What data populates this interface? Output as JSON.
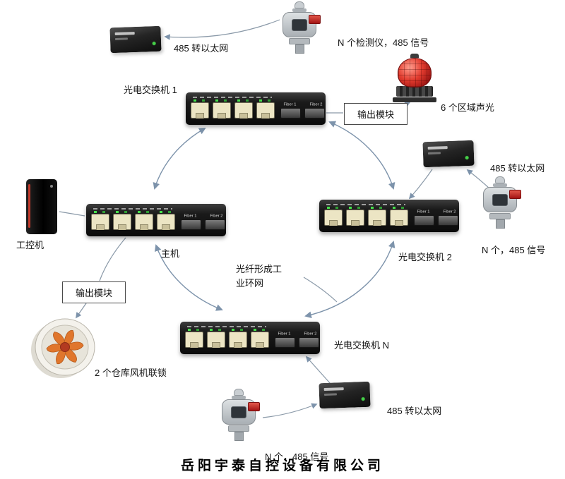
{
  "labels": {
    "detector_top": "N 个检测仪，485 信号",
    "converter_top": "485 转以太网",
    "switch1": "光电交换机 1",
    "output_module_top": "输出模块",
    "beacon": "6 个区域声光",
    "converter_right": "485 转以太网",
    "detector_right": "N 个，485 信号",
    "switch2": "光电交换机 2",
    "ipc": "工控机",
    "host": "主机",
    "ring_note": "光纤形成工业环网",
    "output_module_left": "输出模块",
    "fan": "2 个仓库风机联锁",
    "switch_n": "光电交换机 N",
    "converter_bottom": "485 转以太网",
    "detector_bottom": "N 个，485 信号",
    "company": "岳阳宇泰自控设备有限公司"
  },
  "device_markings": {
    "fiber1": "Fiber 1",
    "fiber2": "Fiber 2"
  },
  "colors": {
    "arrow": "#7d93ab",
    "beacon_red": "#e23b2e",
    "fan_blade": "#e0762c",
    "port_yellow": "#ece5c4"
  }
}
